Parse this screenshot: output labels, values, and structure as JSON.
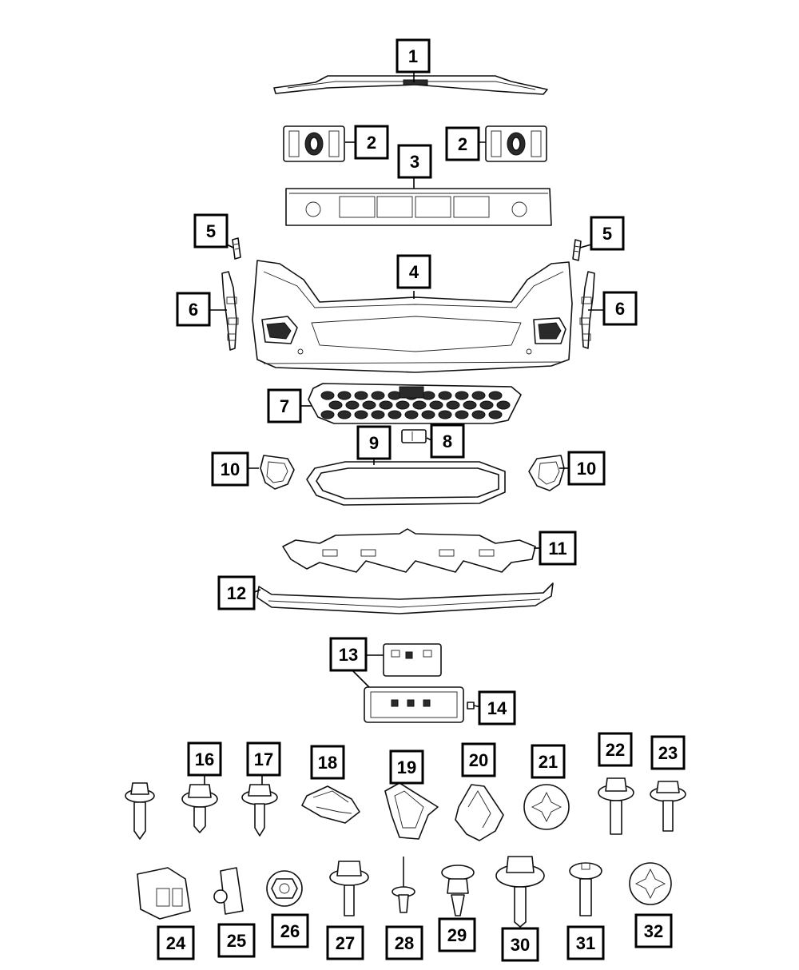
{
  "diagram": {
    "callouts": [
      {
        "id": "c1",
        "label": "1"
      },
      {
        "id": "c2a",
        "label": "2"
      },
      {
        "id": "c2b",
        "label": "2"
      },
      {
        "id": "c3",
        "label": "3"
      },
      {
        "id": "c4",
        "label": "4"
      },
      {
        "id": "c5a",
        "label": "5"
      },
      {
        "id": "c5b",
        "label": "5"
      },
      {
        "id": "c6a",
        "label": "6"
      },
      {
        "id": "c6b",
        "label": "6"
      },
      {
        "id": "c7",
        "label": "7"
      },
      {
        "id": "c8",
        "label": "8"
      },
      {
        "id": "c9",
        "label": "9"
      },
      {
        "id": "c10a",
        "label": "10"
      },
      {
        "id": "c10b",
        "label": "10"
      },
      {
        "id": "c11",
        "label": "11"
      },
      {
        "id": "c12",
        "label": "12"
      },
      {
        "id": "c13",
        "label": "13"
      },
      {
        "id": "c14",
        "label": "14"
      },
      {
        "id": "c16",
        "label": "16"
      },
      {
        "id": "c17",
        "label": "17"
      },
      {
        "id": "c18",
        "label": "18"
      },
      {
        "id": "c19",
        "label": "19"
      },
      {
        "id": "c20",
        "label": "20"
      },
      {
        "id": "c21",
        "label": "21"
      },
      {
        "id": "c22",
        "label": "22"
      },
      {
        "id": "c23",
        "label": "23"
      },
      {
        "id": "c24",
        "label": "24"
      },
      {
        "id": "c25",
        "label": "25"
      },
      {
        "id": "c26",
        "label": "26"
      },
      {
        "id": "c27",
        "label": "27"
      },
      {
        "id": "c28",
        "label": "28"
      },
      {
        "id": "c29",
        "label": "29"
      },
      {
        "id": "c30",
        "label": "30"
      },
      {
        "id": "c31",
        "label": "31"
      },
      {
        "id": "c32",
        "label": "32"
      }
    ]
  }
}
